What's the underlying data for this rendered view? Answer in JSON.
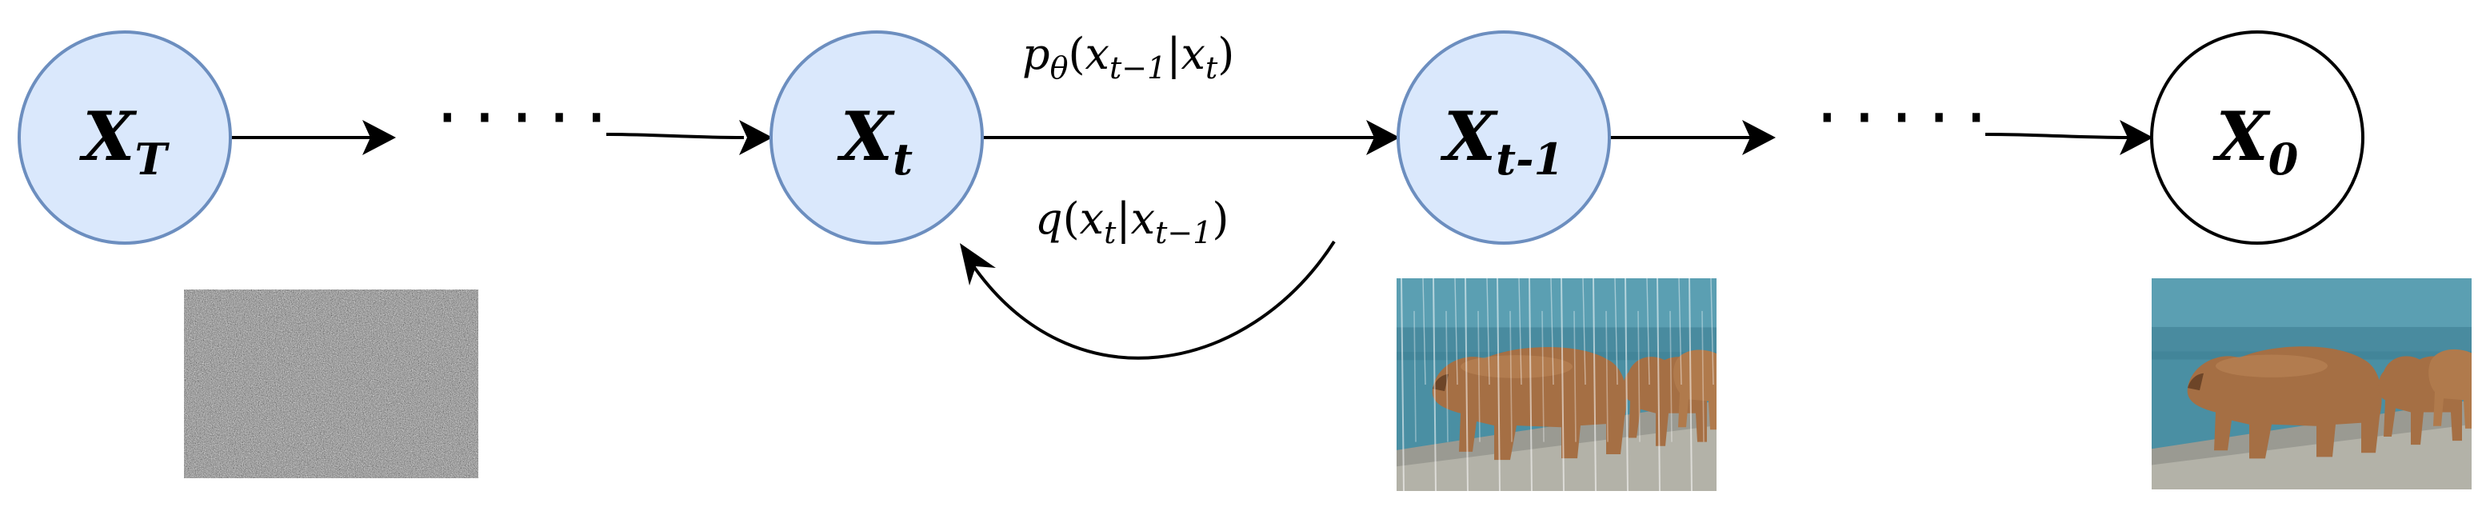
{
  "nodes": [
    {
      "id": "xT",
      "main": "X",
      "sub": "T",
      "style": "filled"
    },
    {
      "id": "xt",
      "main": "X",
      "sub": "t",
      "style": "filled"
    },
    {
      "id": "xt1",
      "main": "X",
      "sub": "t-1",
      "style": "filled"
    },
    {
      "id": "x0",
      "main": "X",
      "sub": "0",
      "style": "outline"
    }
  ],
  "edges": {
    "reverse_label": {
      "p": "p",
      "theta": "θ",
      "open": "(",
      "x1": "x",
      "x1_sub": "t−1",
      "bar": "|",
      "x2": "x",
      "x2_sub": "t",
      "close": ")"
    },
    "forward_label": {
      "q": "q",
      "open": "(",
      "x1": "x",
      "x1_sub": "t",
      "bar": "|",
      "x2": "x",
      "x2_sub": "t−1",
      "close": ")"
    }
  },
  "ellipsis": "·····",
  "images": [
    {
      "id": "noise",
      "depicts": "gaussian-noise"
    },
    {
      "id": "rainy-bears",
      "depicts": "bears-with-rain-streaks"
    },
    {
      "id": "clean-bears",
      "depicts": "bears-clean"
    }
  ],
  "colors": {
    "node_fill": "#dae8fc",
    "node_stroke": "#6c8ebf",
    "outline_stroke": "#000000",
    "water": "#4a8fa3",
    "bear": "#a56f44"
  }
}
